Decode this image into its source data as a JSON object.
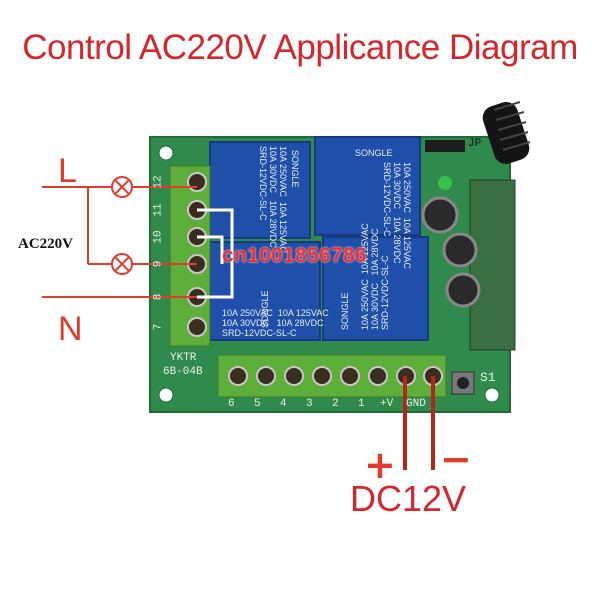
{
  "title": "Control AC220V Applicance Diagram",
  "labels": {
    "line": "L",
    "neutral": "N",
    "ac_voltage": "AC220V",
    "plus": "+",
    "minus": "−",
    "dc_voltage": "DC12V"
  },
  "watermark": "cn1001856786",
  "pcb": {
    "model_line1": "YKTR",
    "model_line2": "6B-04B",
    "switch_label": "S1",
    "jumper_label": "JP",
    "left_terminal_numbers": [
      "12",
      "11",
      "10",
      "9",
      "8",
      "7"
    ],
    "bottom_terminal_numbers": [
      "6",
      "5",
      "4",
      "3",
      "2",
      "1",
      "+V",
      "GND"
    ],
    "relays": [
      {
        "brand": "SONGLE",
        "rating": "10A 250VAC  10A 125VAC\n10A 30VDC   10A 28VDC\nSRD-12VDC-SL-C"
      },
      {
        "brand": "SONGLE",
        "rating": "10A 250VAC  10A 125VAC\n10A 30VDC   10A 28VDC\nSRD-12VDC-SL-C"
      },
      {
        "brand": "SONGLE",
        "rating": "10A 250VAC  10A 125VAC\n10A 30VDC   10A 28VDC\nSRD-12VDC-SL-C"
      },
      {
        "brand": "SONGLE",
        "rating": "10A 250VAC  10A 125VAC\n10A 30VDC   10A 28VDC\nSRD-12VDC-SL-C"
      }
    ]
  },
  "colors": {
    "title_red": "#d6262b",
    "pcb_green": "#2f8a4c",
    "relay_blue": "#1f4fa8",
    "terminal_green": "#5eae3c",
    "wire_red": "#b3261e"
  }
}
